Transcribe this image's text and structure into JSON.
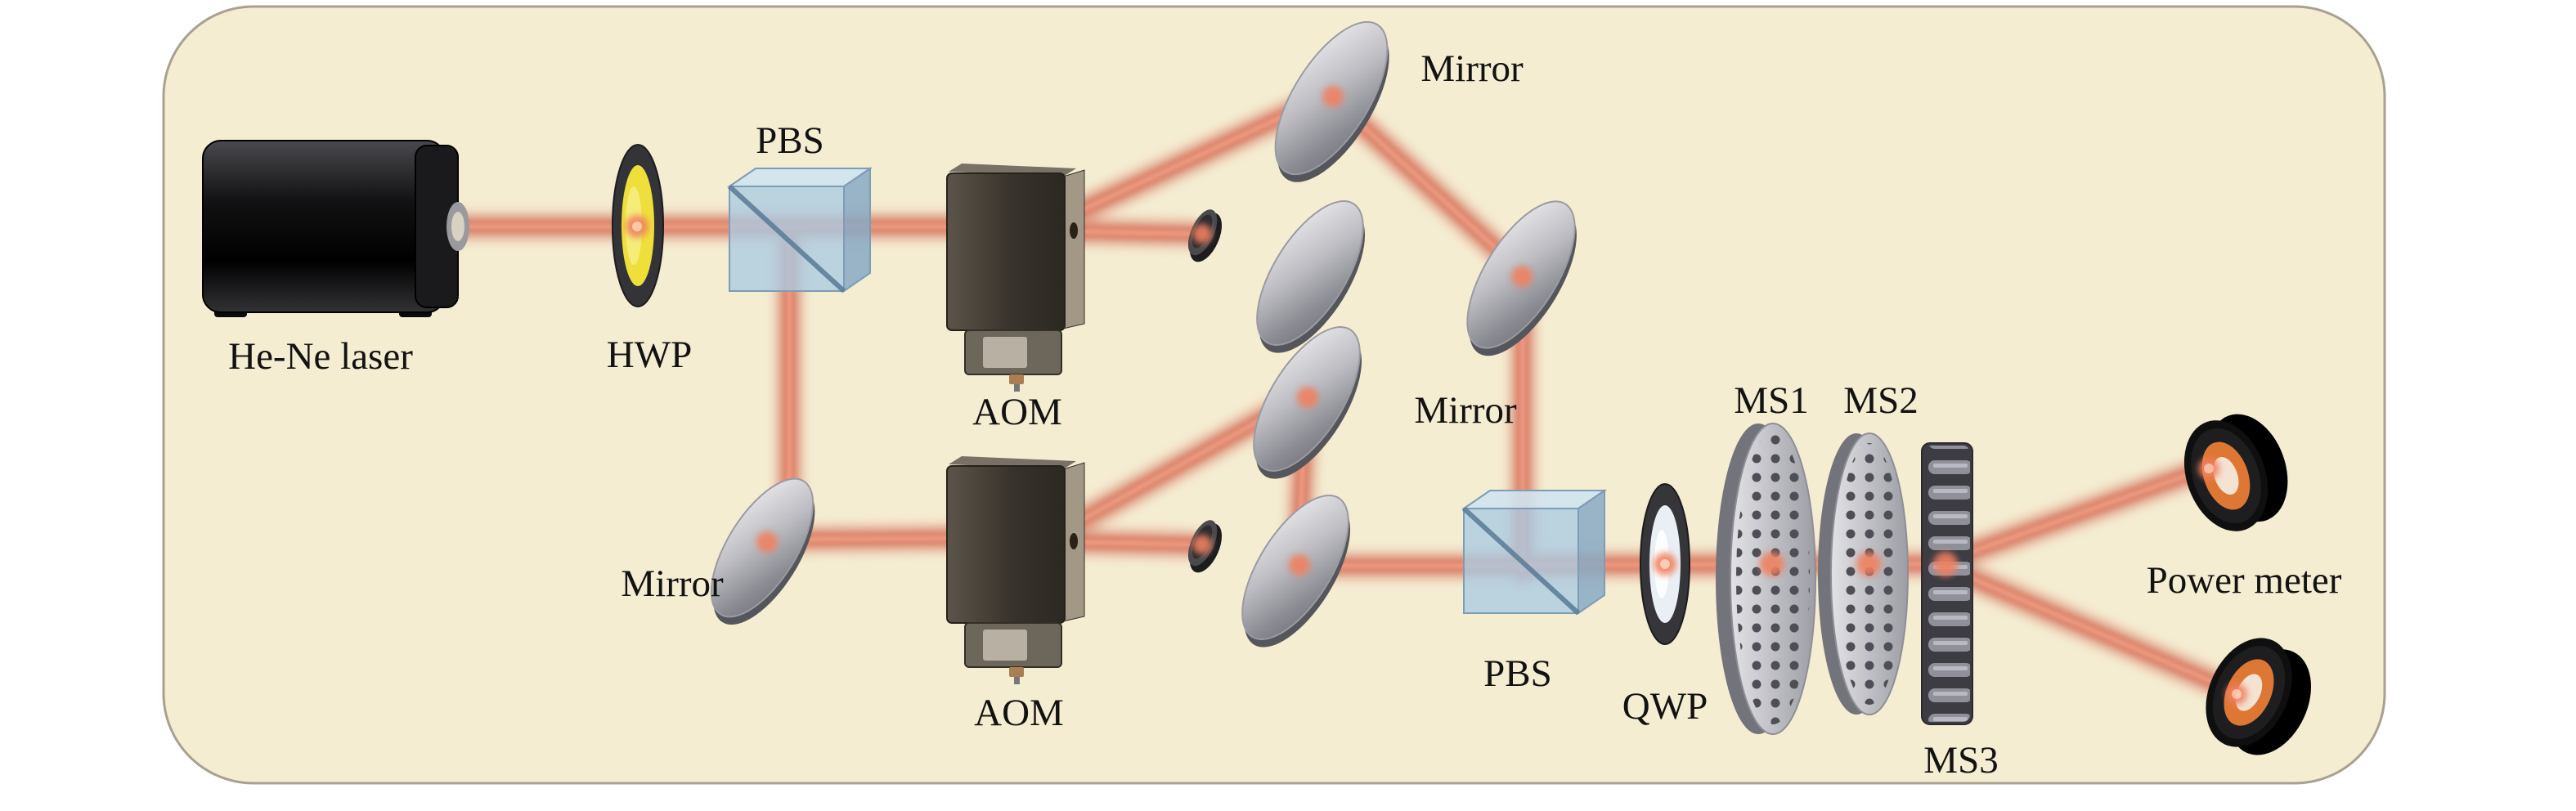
{
  "figure": {
    "background_color": "#f5edd2",
    "panel_border_color": "#a8a191",
    "beam_color": "#c8503e",
    "labels": {
      "laser": "He-Ne laser",
      "hwp": "HWP",
      "pbs_top": "PBS",
      "aom_top": "AOM",
      "mirror_top": "Mirror",
      "mirror_middle": "Mirror",
      "mirror_lower_left": "Mirror",
      "aom_bottom": "AOM",
      "pbs_bottom": "PBS",
      "qwp": "QWP",
      "ms1": "MS1",
      "ms2": "MS2",
      "ms3": "MS3",
      "power_meter": "Power meter"
    }
  }
}
